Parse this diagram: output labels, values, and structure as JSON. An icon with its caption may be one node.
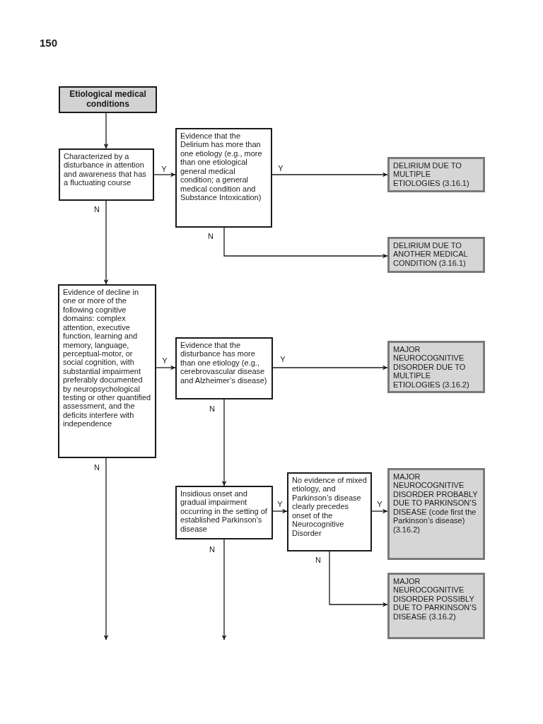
{
  "diagram": {
    "nodes": [
      {
        "text": [
          "Etiological medical conditions"
        ]
      },
      {
        "text": [
          "Characterized by a disturbance in attention and awareness that has a fluctuating course"
        ]
      },
      {
        "text": [
          "Evidence that the Delirium has more than one etiology (e.g., more than one etiological general medical condition; a general medical condition and Substance Intoxication)"
        ]
      },
      {
        "text": [
          "DELIRIUM DUE TO MULTIPLE ETIOLOGIES (3.16.1)"
        ]
      },
      {
        "text": [
          "DELIRIUM DUE TO ANOTHER MEDICAL CONDITION (3.16.1)"
        ]
      },
      {
        "text": [
          "Evidence of decline in one or more of the following cognitive domains: complex attention, executive function, learning and memory, language, perceptual-motor, or social cognition, with substantial impairment preferably documented by neuropsychological testing or other quantified assessment, and the deficits interfere with independence"
        ]
      },
      {
        "text": [
          "Evidence that the disturbance has more than one etiology (e.g., cerebrovascular disease and Alzheimer’s disease)"
        ]
      },
      {
        "text": [
          "MAJOR NEUROCOGNITIVE DISORDER DUE TO MULTIPLE ETIOLOGIES (3.16.2)"
        ]
      },
      {
        "text": [
          "Insidious onset and gradual impairment occurring in the setting of established Parkinson’s disease"
        ]
      },
      {
        "text": [
          "No evidence of mixed etiology, and Parkinson’s disease clearly precedes onset of the Neurocognitive Disorder"
        ]
      },
      {
        "text": [
          "MAJOR NEUROCOGNITIVE DISORDER PROBABLY DUE TO PARKINSON’S DISEASE (code first the Parkinson’s disease) (3.16.2)"
        ]
      },
      {
        "text": [
          "MAJOR NEUROCOGNITIVE DISORDER POSSIBLY DUE TO PARKINSON’S DISEASE (3.16.2)"
        ]
      }
    ],
    "edges": [
      {
        "from": 0,
        "to": 1,
        "arrow": "to"
      },
      {
        "from": 1,
        "to": 2,
        "arrow": "to",
        "label": "Y"
      },
      {
        "from": 2,
        "to": 3,
        "arrow": "to",
        "label": "Y"
      },
      {
        "from": 2,
        "to": 4,
        "arrow": "to",
        "label": "N"
      },
      {
        "from": 1,
        "to": 5,
        "arrow": "to",
        "label": "N"
      },
      {
        "from": 5,
        "to": 6,
        "arrow": "to",
        "label": "Y"
      },
      {
        "from": 6,
        "to": 7,
        "arrow": "to",
        "label": "Y"
      },
      {
        "from": 6,
        "to": 8,
        "arrow": "to",
        "label": "N"
      },
      {
        "from": 8,
        "to": 9,
        "arrow": "to",
        "label": "Y"
      },
      {
        "from": 9,
        "to": 10,
        "arrow": "to",
        "label": "Y"
      },
      {
        "from": 9,
        "to": 11,
        "arrow": "to",
        "label": "N"
      },
      {
        "from": 5,
        "to": null,
        "arrow": "to",
        "label": "N"
      },
      {
        "from": 8,
        "to": null,
        "arrow": "to",
        "label": "N"
      }
    ],
    "labels": [
      "150"
    ]
  }
}
